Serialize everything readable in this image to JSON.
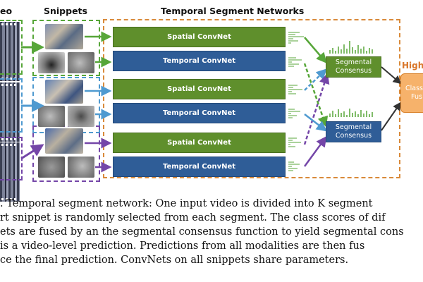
{
  "headers": {
    "video": "eo",
    "snippets": "Snippets",
    "tsn": "Temporal Segment Networks",
    "high": "High"
  },
  "nets": {
    "spatial": "Spatial ConvNet",
    "temporal": "Temporal ConvNet"
  },
  "consensus": {
    "top": [
      "Segmental",
      "Consensus"
    ],
    "bottom": [
      "Segmental",
      "Consensus"
    ]
  },
  "fusion": [
    "Class",
    "Fus"
  ],
  "colors": {
    "spatial": "#5f8f2c",
    "temporal": "#2f5d97",
    "green_dash": "#57a639",
    "blue_dash": "#4f9ad0",
    "purple_dash": "#7446a8",
    "orange_dash": "#d98a3a",
    "fusion_fill": "#f6b26b"
  },
  "caption": {
    "line1": ". Temporal segment network: One input video is divided into K segment",
    "line2": "rt snippet is randomly selected from each segment. The class scores of dif",
    "line3": "ets are fused by an the segmental consensus function to yield segmental cons",
    "line4": "is a video-level prediction. Predictions from all modalities are then fus",
    "line5": "ce the final prediction. ConvNets on all snippets share parameters."
  }
}
